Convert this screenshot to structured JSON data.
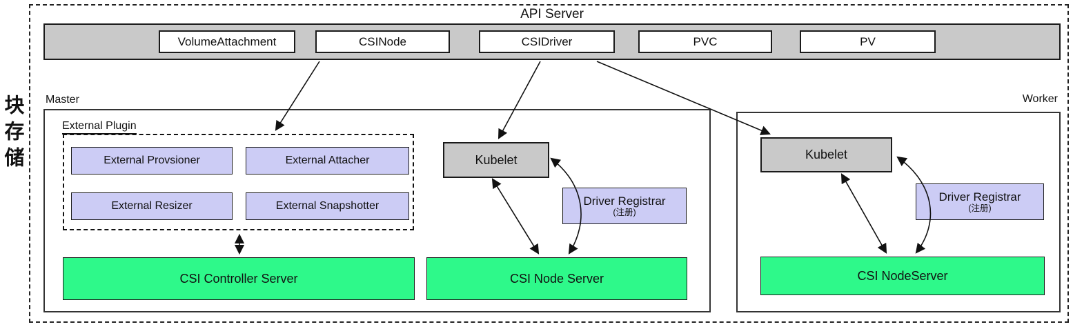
{
  "side_label": "块存储",
  "api_server": {
    "title": "API Server",
    "resources": [
      "VolumeAttachment",
      "CSINode",
      "CSIDriver",
      "PVC",
      "PV"
    ]
  },
  "master": {
    "label": "Master",
    "external_plugin": {
      "label": "External Plugin",
      "components": [
        "External Provsioner",
        "External Attacher",
        "External Resizer",
        "External Snapshotter"
      ]
    },
    "kubelet_label": "Kubelet",
    "driver_registrar": {
      "title": "Driver Registrar",
      "subtitle": "(注册)"
    },
    "csi_controller_server_label": "CSI Controller Server",
    "csi_node_server_label": "CSI Node Server"
  },
  "worker": {
    "label": "Worker",
    "kubelet_label": "Kubelet",
    "driver_registrar": {
      "title": "Driver Registrar",
      "subtitle": "(注册)"
    },
    "csi_node_server_label": "CSI NodeServer"
  },
  "colors": {
    "resource_bar_fill": "#c9c9c9",
    "kubelet_fill": "#c9c9c9",
    "plugin_fill": "#ccccf5",
    "server_fill": "#2ef98a",
    "line": "#111111",
    "background": "#ffffff"
  },
  "connections": [
    {
      "from": "CSINode",
      "to": "External Plugin",
      "direction": "one-way"
    },
    {
      "from": "CSIDriver",
      "to": "Master Kubelet",
      "direction": "one-way"
    },
    {
      "from": "CSIDriver",
      "to": "Worker Kubelet",
      "direction": "one-way"
    },
    {
      "from": "External Plugin",
      "to": "CSI Controller Server",
      "direction": "two-way"
    },
    {
      "from": "Master Kubelet",
      "to": "CSI Node Server",
      "direction": "two-way"
    },
    {
      "from": "Master Kubelet",
      "to": "CSI Node Server",
      "via": "Driver Registrar",
      "direction": "two-way"
    },
    {
      "from": "Worker Kubelet",
      "to": "CSI NodeServer",
      "direction": "two-way"
    },
    {
      "from": "Worker Kubelet",
      "to": "CSI NodeServer",
      "via": "Driver Registrar",
      "direction": "two-way"
    }
  ]
}
